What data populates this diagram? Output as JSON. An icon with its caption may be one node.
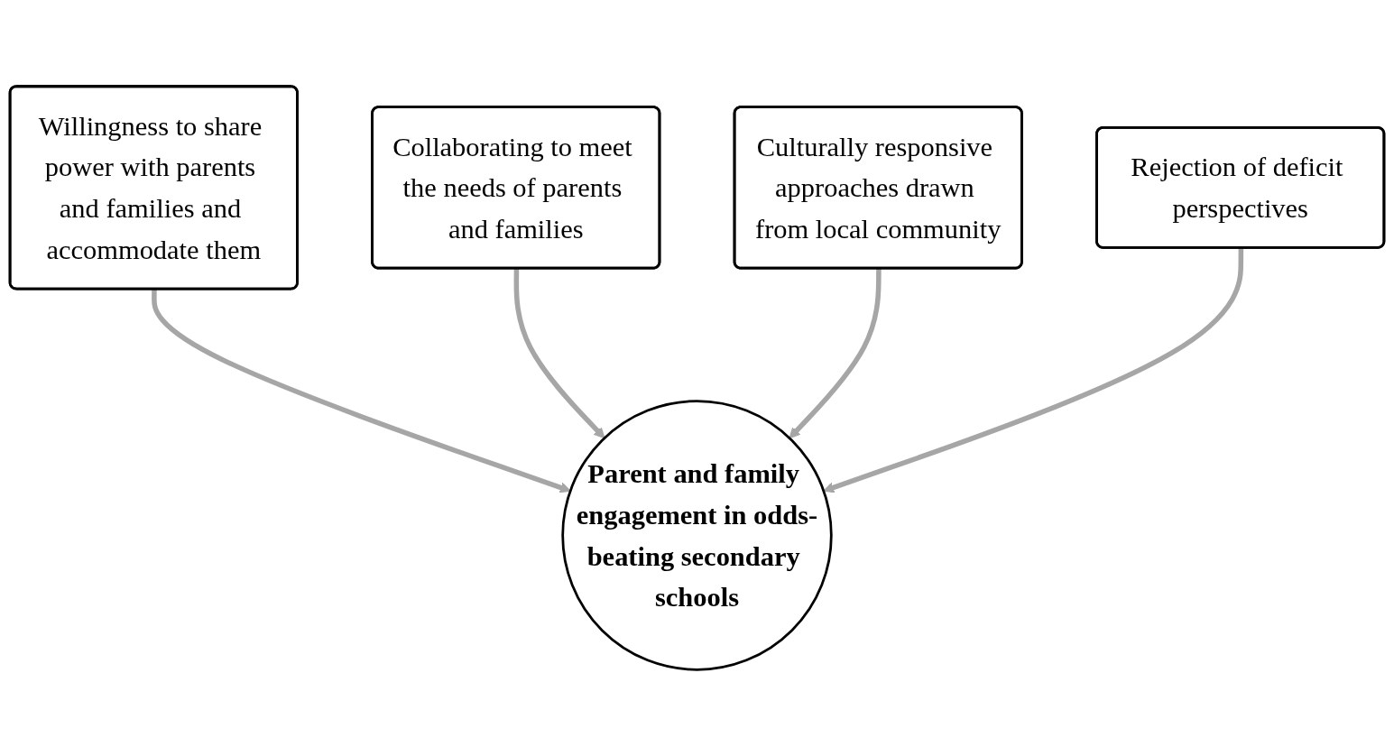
{
  "diagram": {
    "nodes": [
      {
        "text": [
          "Willingness to share power with parents and families and accommodate them"
        ]
      },
      {
        "text": [
          "Collaborating to meet the needs of parents and families"
        ]
      },
      {
        "text": [
          "Culturally responsive approaches drawn from local community"
        ]
      },
      {
        "text": [
          "Parent and family engagement in odds-beating secondary schools"
        ]
      },
      {
        "text": [
          "Rejection of deficit perspectives"
        ]
      }
    ],
    "edges": [
      {
        "from": 0,
        "to": 3,
        "arrow": "to"
      },
      {
        "from": 1,
        "to": 3,
        "arrow": "to"
      },
      {
        "from": 2,
        "to": 3,
        "arrow": "to"
      },
      {
        "from": 4,
        "to": 3,
        "arrow": "to"
      }
    ]
  }
}
